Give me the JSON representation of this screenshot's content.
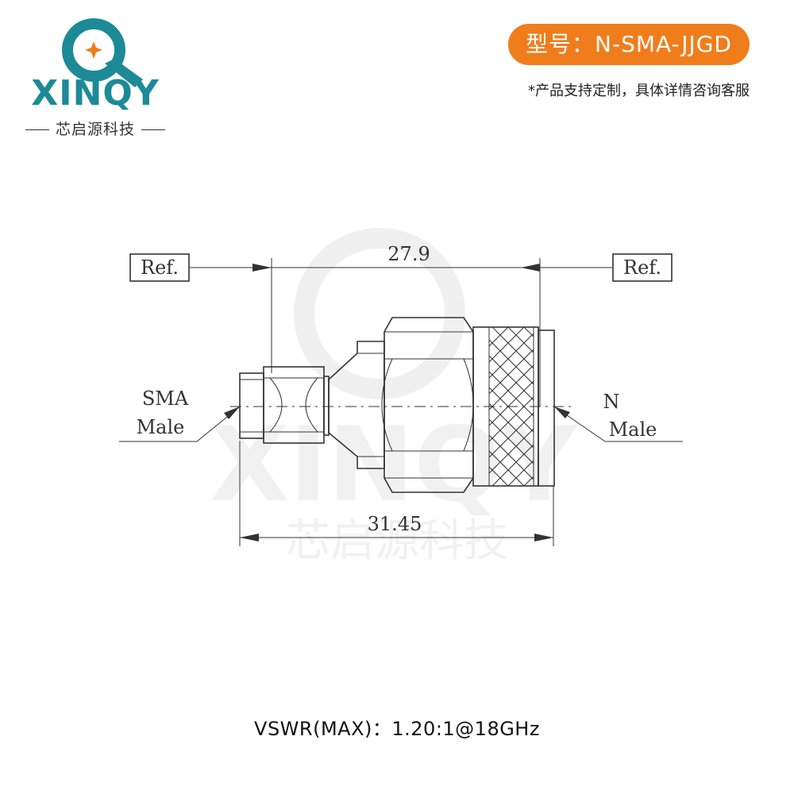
{
  "brand": {
    "name": "XINQY",
    "subtitle": "芯启源科技",
    "colors": {
      "teal": "#1d8a97",
      "orange": "#f07d1c"
    }
  },
  "header": {
    "model_label": "型号：N-SMA-JJGD",
    "note": "*产品支持定制，具体详情咨询客服"
  },
  "drawing": {
    "ref_left": "Ref.",
    "ref_right": "Ref.",
    "dim_top": "27.9",
    "dim_bottom": "31.45",
    "left_connector_line1": "SMA",
    "left_connector_line2": "Male",
    "right_connector_line1": "N",
    "right_connector_line2": "Male"
  },
  "watermark": {
    "name": "XINQY",
    "subtitle": "芯启源科技"
  },
  "footer": {
    "spec": "VSWR(MAX)：1.20:1@18GHz"
  }
}
